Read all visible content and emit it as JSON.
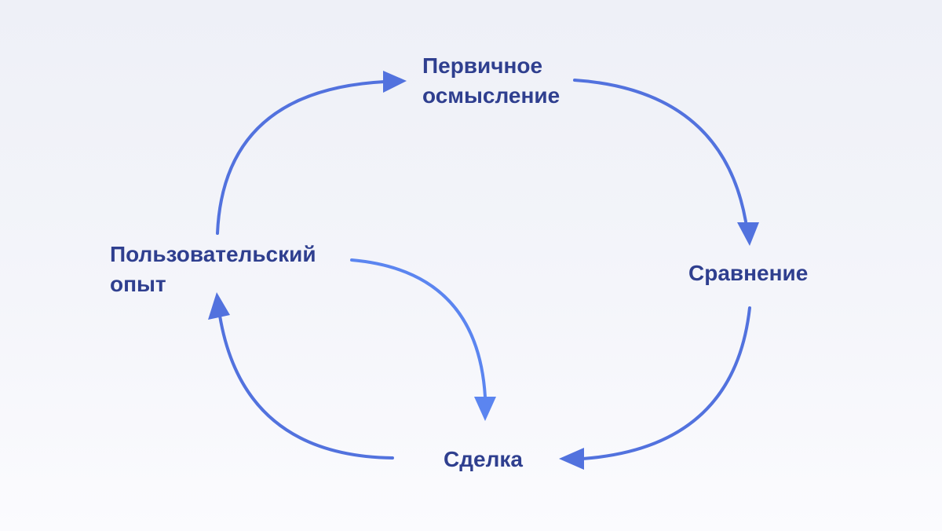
{
  "diagram": {
    "nodes": {
      "primary": {
        "line1": "Первичное",
        "line2": "осмысление"
      },
      "compare": {
        "line1": "Сравнение"
      },
      "deal": {
        "line1": "Сделка"
      },
      "ux": {
        "line1": "Пользовательский",
        "line2": "опыт"
      }
    },
    "edges": [
      {
        "from": "Первичное осмысление",
        "to": "Сравнение"
      },
      {
        "from": "Сравнение",
        "to": "Сделка"
      },
      {
        "from": "Сделка",
        "to": "Пользовательский опыт"
      },
      {
        "from": "Пользовательский опыт",
        "to": "Первичное осмысление"
      },
      {
        "from": "Пользовательский опыт",
        "to": "Сделка"
      }
    ],
    "colors": {
      "text": "#2f3f8f",
      "arrow": "#5272de",
      "arrow_light": "#5b85f0",
      "background": "#f2f3f8"
    }
  }
}
